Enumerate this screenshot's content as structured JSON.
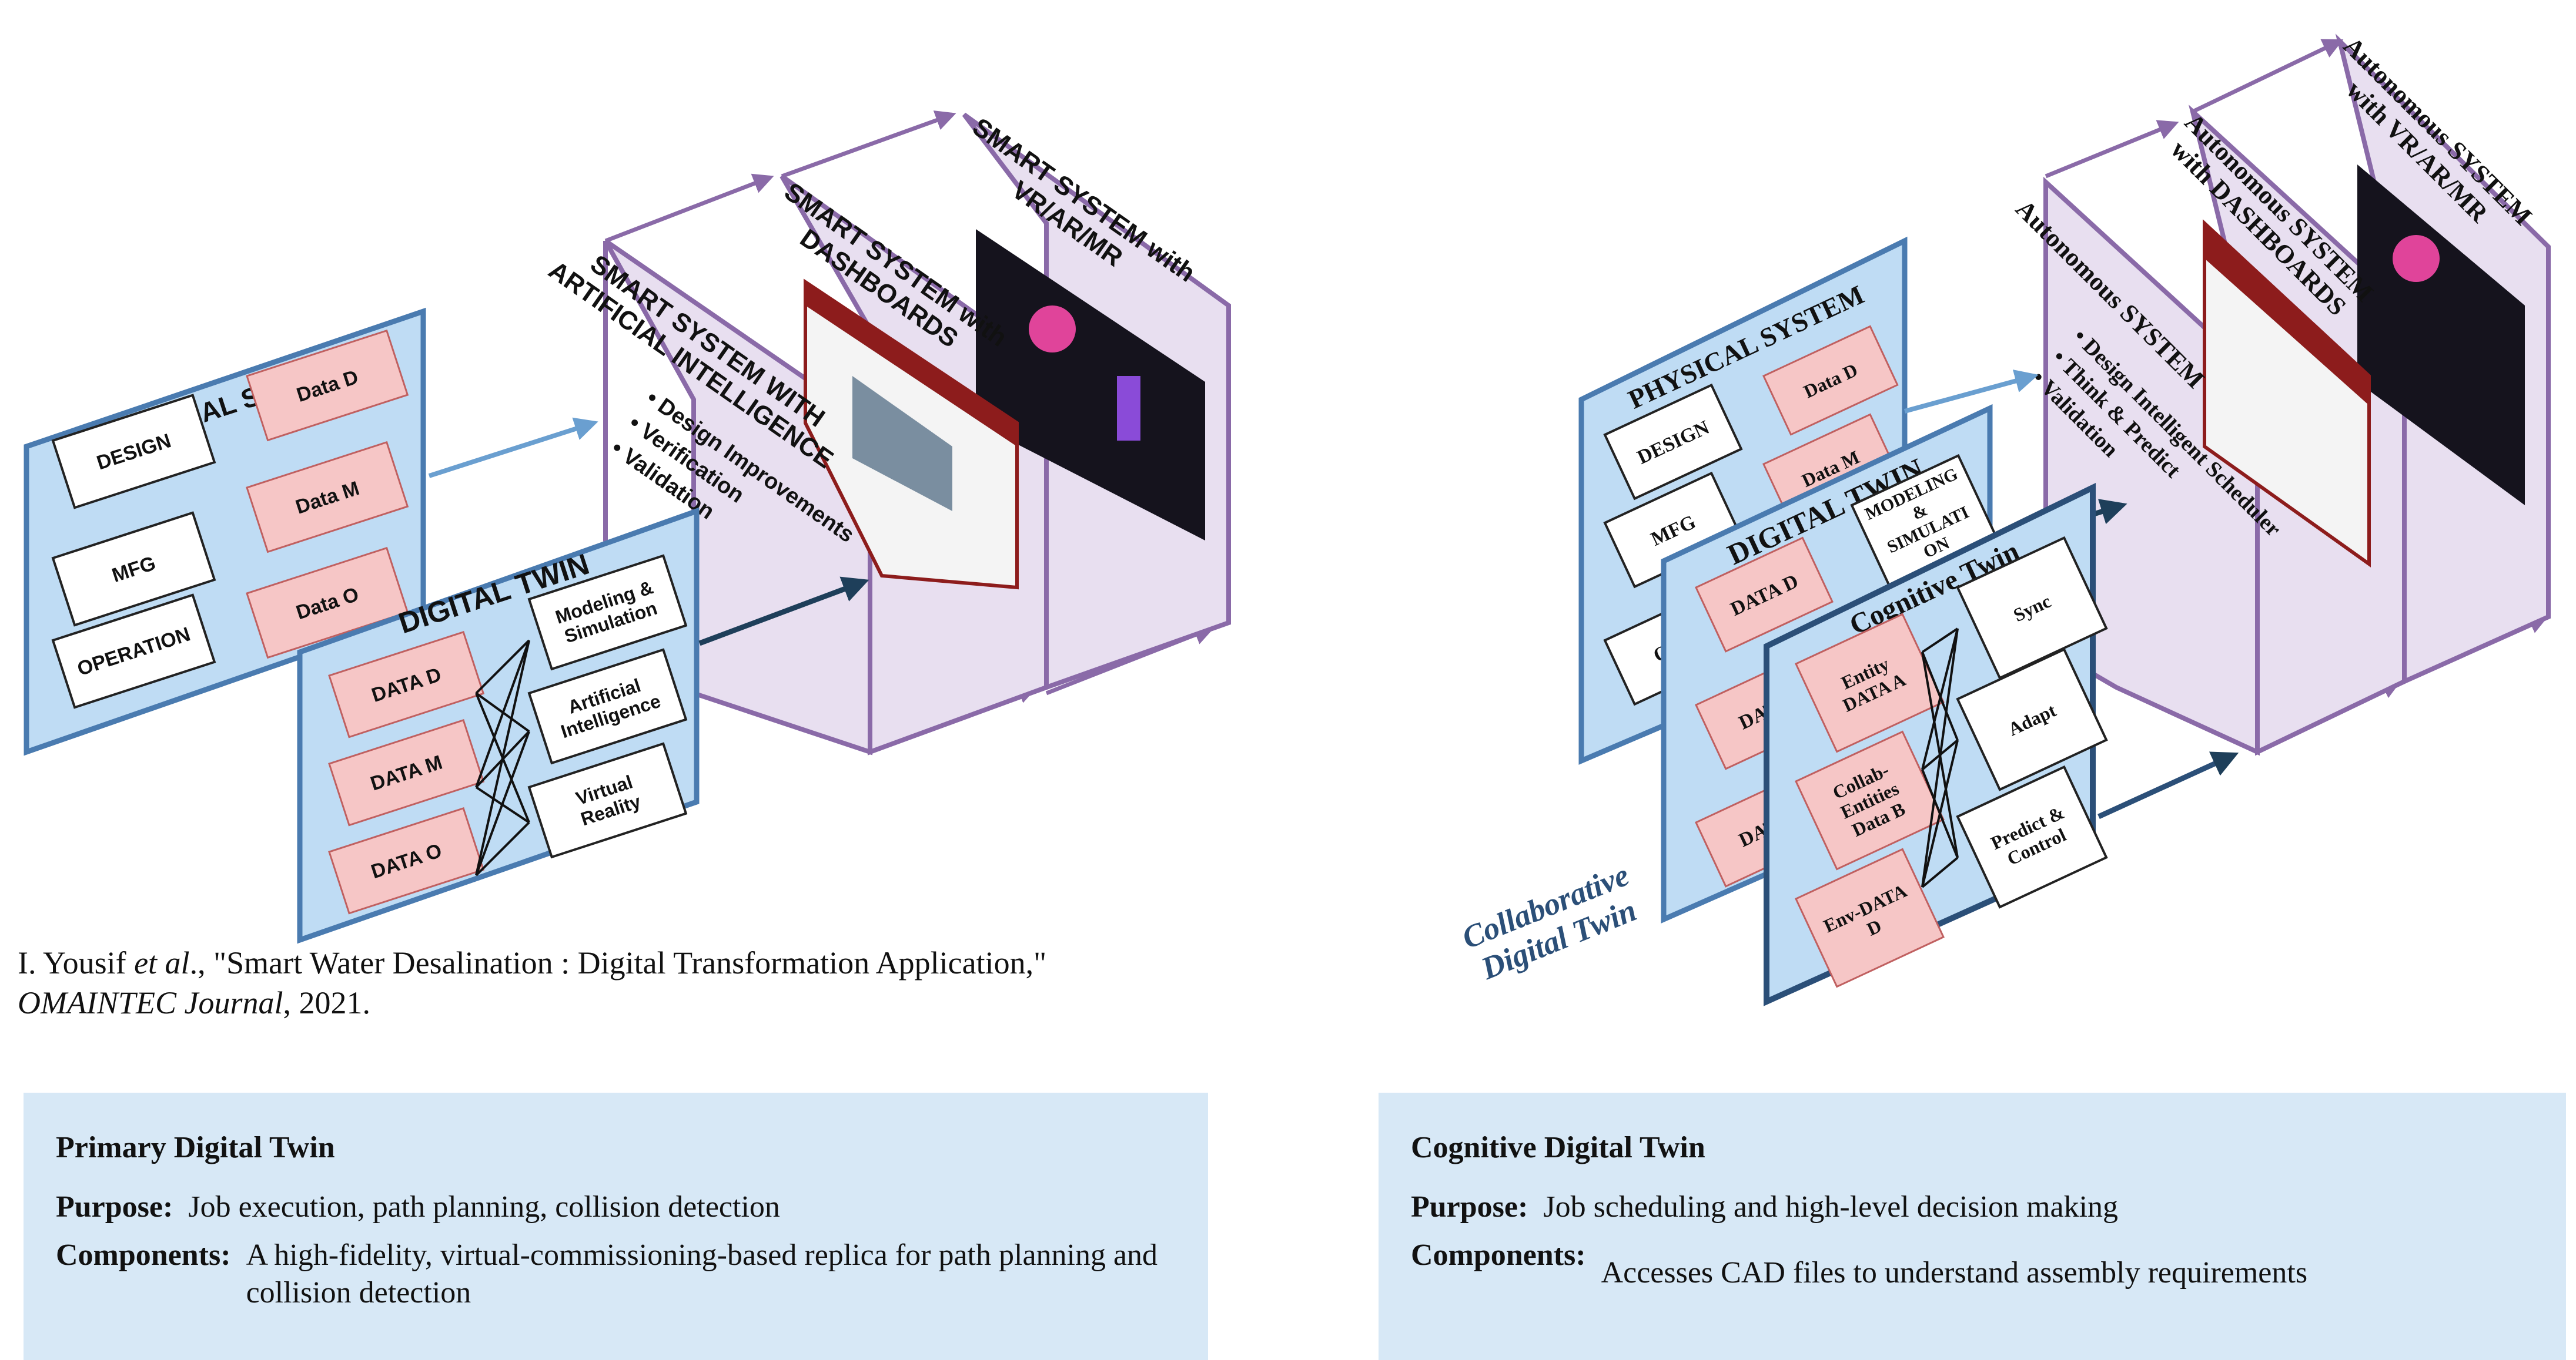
{
  "left": {
    "physical_system": {
      "title": "PHYSICAL SYSTEM",
      "items": [
        "DESIGN",
        "MFG",
        "OPERATION"
      ],
      "data": [
        "Data D",
        "Data M",
        "Data O"
      ]
    },
    "digital_twin": {
      "title": "DIGITAL TWIN",
      "data": [
        "DATA D",
        "DATA M",
        "DATA  O"
      ],
      "tools": [
        [
          "Modeling &",
          "Simulation"
        ],
        [
          "Artificial",
          "Intelligence"
        ],
        [
          "Virtual",
          "Reality"
        ]
      ]
    },
    "panels": [
      {
        "title_lines": [
          "SMART SYSTEM WITH",
          "ARTIFICIAL INTELLIGENCE"
        ],
        "bullets": [
          "Design Improvements",
          "Verification",
          "Validation"
        ]
      },
      {
        "title_lines": [
          "SMART SYSTEM with",
          "DASHBOARDS"
        ]
      },
      {
        "title_lines": [
          "SMART SYSTEM with",
          "VR/AR/MR"
        ]
      }
    ]
  },
  "right": {
    "physical_system": {
      "title": "PHYSICAL SYSTEM",
      "items": [
        "DESIGN",
        "MFG",
        "OPE"
      ],
      "data": [
        "Data D",
        "Data M"
      ]
    },
    "digital_twin": {
      "title": "DIGITAL TWIN",
      "data": [
        "DATA D",
        "DATA",
        "DATA"
      ],
      "tools": [
        [
          "MODELING",
          "&",
          "SIMULATI",
          "ON"
        ]
      ]
    },
    "cognitive_twin": {
      "title": "Cognitive Twin",
      "data": [
        [
          "Entity",
          "DATA A"
        ],
        [
          "Collab-",
          "Entities",
          "Data B"
        ],
        [
          "Env-DATA",
          "D"
        ]
      ],
      "tools": [
        [
          "Sync"
        ],
        [
          "Adapt"
        ],
        [
          "Predict &",
          "Control"
        ]
      ]
    },
    "collaborative_label": [
      "Collaborative",
      "Digital Twin"
    ],
    "panels": [
      {
        "title_lines": [
          "Autonomous SYSTEM"
        ],
        "bullets": [
          "Design Intelligent Scheduler",
          "Think & Predict",
          "Validation"
        ]
      },
      {
        "title_lines": [
          "Autonomous SYSTEM",
          "with DASHBOARDS"
        ]
      },
      {
        "title_lines": [
          "Autonomous SYSTEM",
          "with VR/AR/MR"
        ]
      }
    ]
  },
  "citation": {
    "line1_pre": "I. Yousif ",
    "line1_ital": "et al",
    "line1_post": "., \"Smart Water Desalination : Digital Transformation Application,\"",
    "line2_ital": "OMAINTEC Journal",
    "line2_post": ", 2021."
  },
  "primary": {
    "title": "Primary Digital Twin",
    "purpose_label": "Purpose:",
    "purpose": "Job execution, path planning, collision detection",
    "components_label": "Components:",
    "components": "A high-fidelity, virtual-commissioning-based replica for path planning and collision detection"
  },
  "cognitive": {
    "title": "Cognitive Digital Twin",
    "purpose_label": "Purpose:",
    "purpose": "Job scheduling and high-level decision making",
    "components_label": "Components:",
    "components": "Accesses CAD files to understand assembly requirements"
  },
  "colors": {
    "physical_fill": "#bfdcf4",
    "physical_stroke": "#4a7bb0",
    "data_fill": "#f6c6c6",
    "panel_fill": "#e8dff0",
    "panel_stroke": "#8a6aa8",
    "arrow_dark": "#1e3f5a",
    "arrow_light": "#6a9fd0"
  }
}
